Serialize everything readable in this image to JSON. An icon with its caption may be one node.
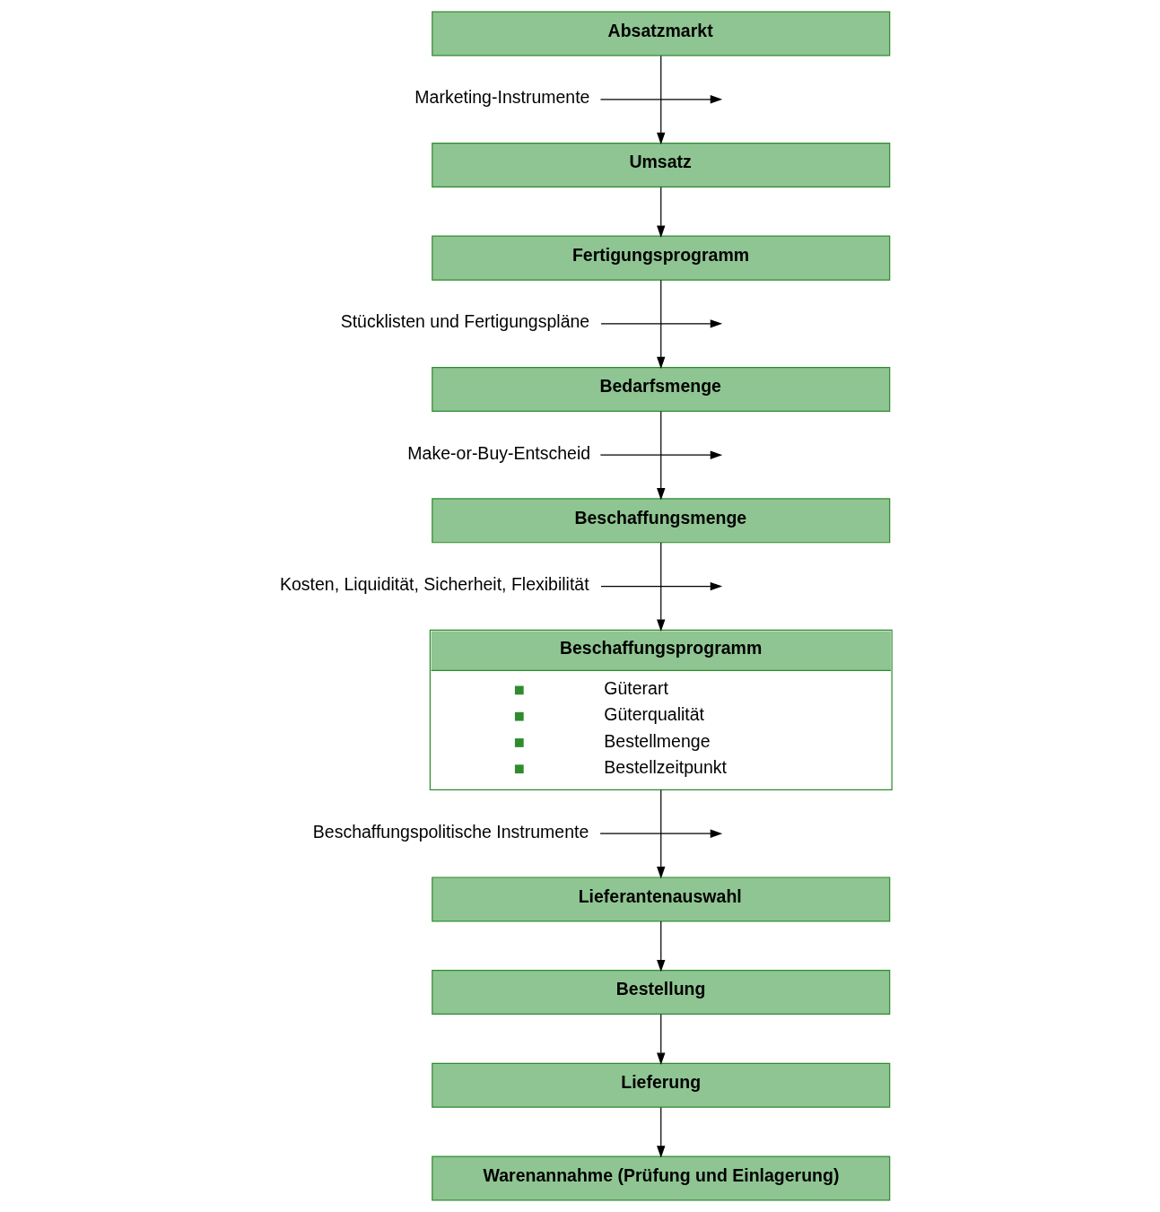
{
  "diagram": {
    "nodes": [
      {
        "text": [
          "Absatzmarkt"
        ]
      },
      {
        "text": [
          "Marketing-Instrumente"
        ]
      },
      {
        "text": [
          "Umsatz"
        ]
      },
      {
        "text": [
          "Fertigungsprogramm"
        ]
      },
      {
        "text": [
          "Stücklisten und Fertigungspläne"
        ]
      },
      {
        "text": [
          "Bedarfsmenge"
        ]
      },
      {
        "text": [
          "Make-or-Buy-Entscheid"
        ]
      },
      {
        "text": [
          "Beschaffungsmenge"
        ]
      },
      {
        "text": [
          "Kosten, Liquidität, Sicherheit, Flexibilität"
        ]
      },
      {
        "text": [
          "Beschaffungsprogramm",
          "Güterart",
          "Güterqualität",
          "Bestellmenge",
          "Bestellzeitpunkt"
        ]
      },
      {
        "text": [
          "Beschaffungspolitische Instrumente"
        ]
      },
      {
        "text": [
          "Lieferantenauswahl"
        ]
      },
      {
        "text": [
          "Bestellung"
        ]
      },
      {
        "text": [
          "Lieferung"
        ]
      },
      {
        "text": [
          "Warenannahme (Prüfung und Einlagerung)"
        ]
      }
    ],
    "edges": [
      {
        "from": 0,
        "to": 2,
        "arrow": "to"
      },
      {
        "from": 1,
        "to": null,
        "arrow": "to"
      },
      {
        "from": 2,
        "to": 3,
        "arrow": "to"
      },
      {
        "from": 3,
        "to": 5,
        "arrow": "to"
      },
      {
        "from": 4,
        "to": null,
        "arrow": "to"
      },
      {
        "from": 5,
        "to": 7,
        "arrow": "to"
      },
      {
        "from": 6,
        "to": null,
        "arrow": "to"
      },
      {
        "from": 7,
        "to": 9,
        "arrow": "to"
      },
      {
        "from": 8,
        "to": null,
        "arrow": "to"
      },
      {
        "from": 9,
        "to": 11,
        "arrow": "to"
      },
      {
        "from": 10,
        "to": null,
        "arrow": "to"
      },
      {
        "from": 11,
        "to": 12,
        "arrow": "to"
      },
      {
        "from": 12,
        "to": 13,
        "arrow": "to"
      },
      {
        "from": 13,
        "to": 14,
        "arrow": "to"
      }
    ]
  }
}
